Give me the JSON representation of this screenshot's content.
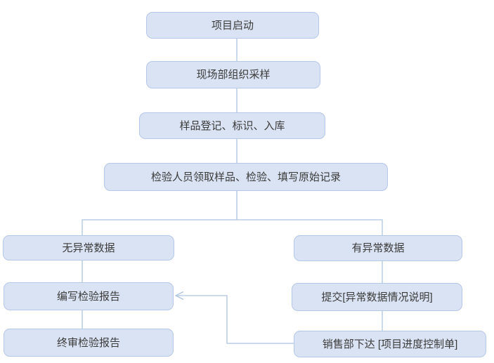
{
  "diagram": {
    "type": "flowchart",
    "nodes": {
      "start": {
        "label": "项目启动"
      },
      "sampling": {
        "label": "现场部组织采样"
      },
      "registration": {
        "label": "样品登记、标识、入库"
      },
      "inspection": {
        "label": "检验人员领取样品、检验、填写原始记录"
      },
      "no_abnormal": {
        "label": "无异常数据"
      },
      "abnormal": {
        "label": "有异常数据"
      },
      "write_report": {
        "label": "编写检验报告"
      },
      "final_review": {
        "label": "终审检验报告"
      },
      "submit_note": {
        "label": "提交[异常数据情况说明]"
      },
      "sales_issue": {
        "label": "销售部下达 [项目进度控制单]"
      }
    },
    "edges": [
      {
        "from": "项目启动",
        "to": "现场部组织采样",
        "arrow": false
      },
      {
        "from": "现场部组织采样",
        "to": "样品登记、标识、入库",
        "arrow": false
      },
      {
        "from": "样品登记、标识、入库",
        "to": "检验人员领取样品、检验、填写原始记录",
        "arrow": false
      },
      {
        "from": "检验人员领取样品、检验、填写原始记录",
        "to": "无异常数据",
        "arrow": false
      },
      {
        "from": "检验人员领取样品、检验、填写原始记录",
        "to": "有异常数据",
        "arrow": false
      },
      {
        "from": "无异常数据",
        "to": "编写检验报告",
        "arrow": false
      },
      {
        "from": "编写检验报告",
        "to": "终审检验报告",
        "arrow": false
      },
      {
        "from": "有异常数据",
        "to": "提交[异常数据情况说明]",
        "arrow": false
      },
      {
        "from": "提交[异常数据情况说明]",
        "to": "销售部下达 [项目进度控制单]",
        "arrow": false
      },
      {
        "from": "销售部下达 [项目进度控制单]",
        "to": "编写检验报告",
        "arrow": true
      }
    ],
    "colors": {
      "node_fill": "#dae3f3",
      "node_border": "#b5c8e7",
      "connector_line": "#aec5e0",
      "text": "#3b3b3b",
      "background": "#ffffff"
    }
  }
}
